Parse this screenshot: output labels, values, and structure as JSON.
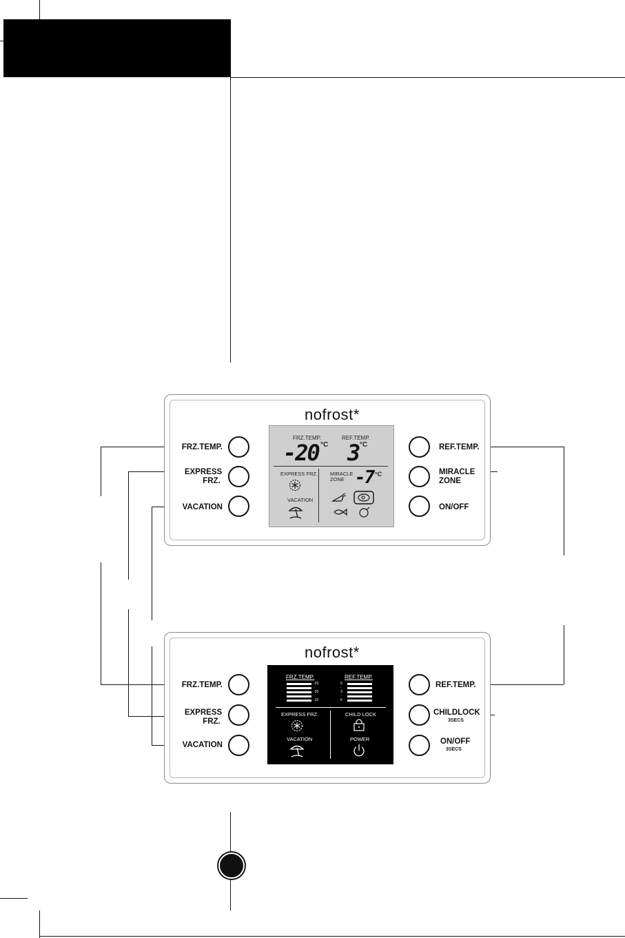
{
  "panel_top": {
    "brand": "nofrost*",
    "left_buttons": [
      {
        "label": "FRZ.TEMP."
      },
      {
        "label_lines": [
          "EXPRESS",
          "FRZ."
        ]
      },
      {
        "label": "VACATION"
      }
    ],
    "right_buttons": [
      {
        "label": "REF.TEMP."
      },
      {
        "label_lines": [
          "MIRACLE",
          "ZONE"
        ]
      },
      {
        "label": "ON/OFF"
      }
    ],
    "display": {
      "frz_label": "FRZ.TEMP.",
      "frz_value": "-20",
      "frz_unit": "°C",
      "ref_label": "REF.TEMP.",
      "ref_value": "3",
      "ref_unit": "°C",
      "express_label": "EXPRESS FRZ.",
      "vacation_label": "VACATION",
      "miracle_label_lines": [
        "MIRACLE",
        "ZONE"
      ],
      "miracle_value": "-7",
      "miracle_unit": "°C"
    }
  },
  "panel_bottom": {
    "brand": "nofrost*",
    "left_buttons": [
      {
        "label": "FRZ.TEMP."
      },
      {
        "label_lines": [
          "EXPRESS",
          "FRZ."
        ]
      },
      {
        "label": "VACATION"
      }
    ],
    "right_buttons": [
      {
        "label": "REF.TEMP."
      },
      {
        "label": "CHILDLOCK",
        "sub": "3SECS"
      },
      {
        "label": "ON/OFF",
        "sub": "3SECS"
      }
    ],
    "display": {
      "frz_label": "FRZ.TEMP.",
      "frz_scale": [
        "-23",
        "-",
        "-20",
        "-",
        "-15"
      ],
      "ref_label": "REF.TEMP.",
      "ref_scale": [
        "0",
        "-",
        "3",
        "-",
        "6"
      ],
      "express_label": "EXPRESS FRZ.",
      "vacation_label": "VACATION",
      "child_lock_label": "CHILD LOCK",
      "power_label": "POWER"
    }
  }
}
